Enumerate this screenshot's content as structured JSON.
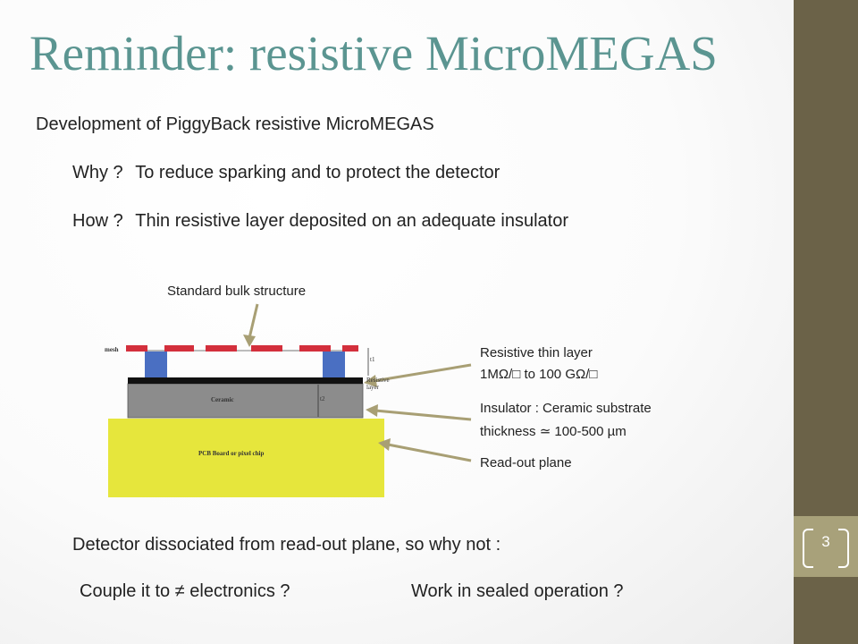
{
  "title": "Reminder: resistive MicroMEGAS",
  "intro": "Development of PiggyBack resistive MicroMEGAS",
  "why": {
    "q": "Why ?",
    "arrow": "",
    "a": "To reduce sparking and to protect the detector"
  },
  "how": {
    "q": "How ?",
    "arrow": "",
    "a": "Thin resistive layer deposited on an adequate insulator"
  },
  "diagram": {
    "label_bulk": "Standard bulk  structure",
    "label_resistive_1": "Resistive thin layer",
    "label_resistive_2": "1MΩ/□ to 100 GΩ/□",
    "label_insulator_1": "Insulator : Ceramic substrate",
    "label_insulator_2": "thickness ≃ 100-500 µm",
    "label_readout": "Read-out  plane",
    "mesh": "mesh",
    "ceramic": "Ceramic",
    "pcb": "PCB Board or pixel chip",
    "resistive_tag_1": "Resistive",
    "resistive_tag_2": "layer",
    "t1": "t1",
    "t2": "t2",
    "colors": {
      "mesh": "#d32f3c",
      "pillar": "#4a6fc2",
      "resistive": "#111111",
      "ceramic": "#8c8c8c",
      "pcb": "#e6e63c",
      "callout": "#a89f74"
    }
  },
  "detector_line": "Detector dissociated from read-out plane, so why not :",
  "bottom": {
    "arrow": "",
    "couple": "Couple it to ≠ electronics ?",
    "sealed": "Work in sealed operation ?"
  },
  "page_number": "3"
}
